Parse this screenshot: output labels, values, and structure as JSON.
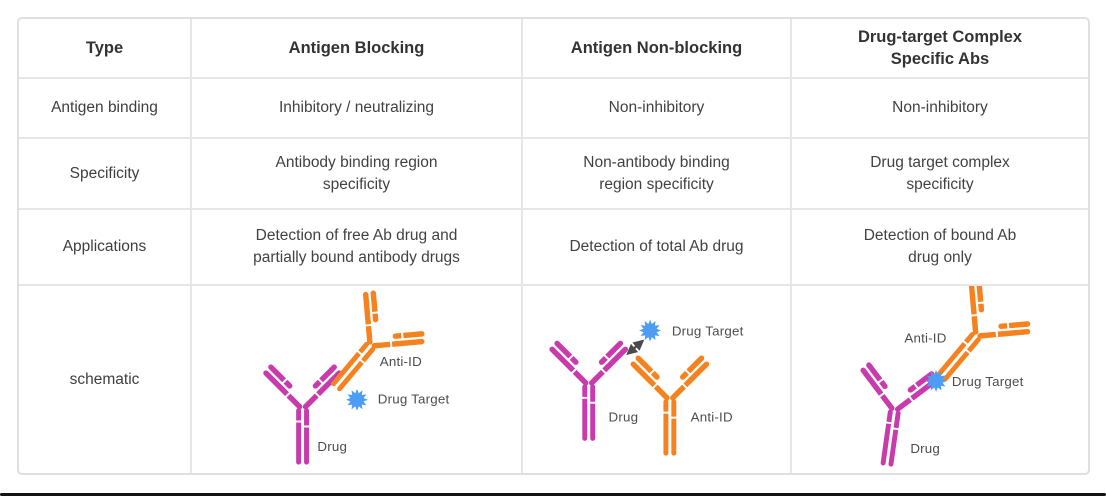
{
  "table": {
    "columns": [
      "Type",
      "Antigen Blocking",
      "Antigen Non-blocking",
      "Drug-target Complex\nSpecific Abs"
    ],
    "rows": [
      {
        "label": "Antigen binding",
        "cells": [
          "Inhibitory / neutralizing",
          "Non-inhibitory",
          "Non-inhibitory"
        ]
      },
      {
        "label": "Specificity",
        "cells": [
          "Antibody binding region\nspecificity",
          "Non-antibody binding\nregion specificity",
          "Drug target complex\nspecificity"
        ]
      },
      {
        "label": "Applications",
        "cells": [
          "Detection of free Ab drug and\npartially bound antibody drugs",
          "Detection of total Ab drug",
          "Detection of bound Ab\ndrug only"
        ]
      },
      {
        "label": "schematic"
      }
    ]
  },
  "schematics": [
    {
      "name": "antigen-blocking",
      "anti_id_label": "Anti-ID",
      "drug_target_label": "Drug Target",
      "drug_label": "Drug"
    },
    {
      "name": "antigen-non-blocking",
      "anti_id_label": "Anti-ID",
      "drug_target_label": "Drug Target",
      "drug_label": "Drug"
    },
    {
      "name": "drug-target-complex-abs",
      "anti_id_label": "Anti-ID",
      "drug_target_label": "Drug Target",
      "drug_label": "Drug"
    }
  ],
  "colors": {
    "anti_id_orange": "#F6821F",
    "drug_magenta": "#C93BAD",
    "drug_target_blue": "#4D9DF6",
    "arrow_gray": "#4A4A4A",
    "border_gray": "#E0E0E0",
    "text_dark": "#3E3E3E",
    "frame_black": "#131313"
  }
}
